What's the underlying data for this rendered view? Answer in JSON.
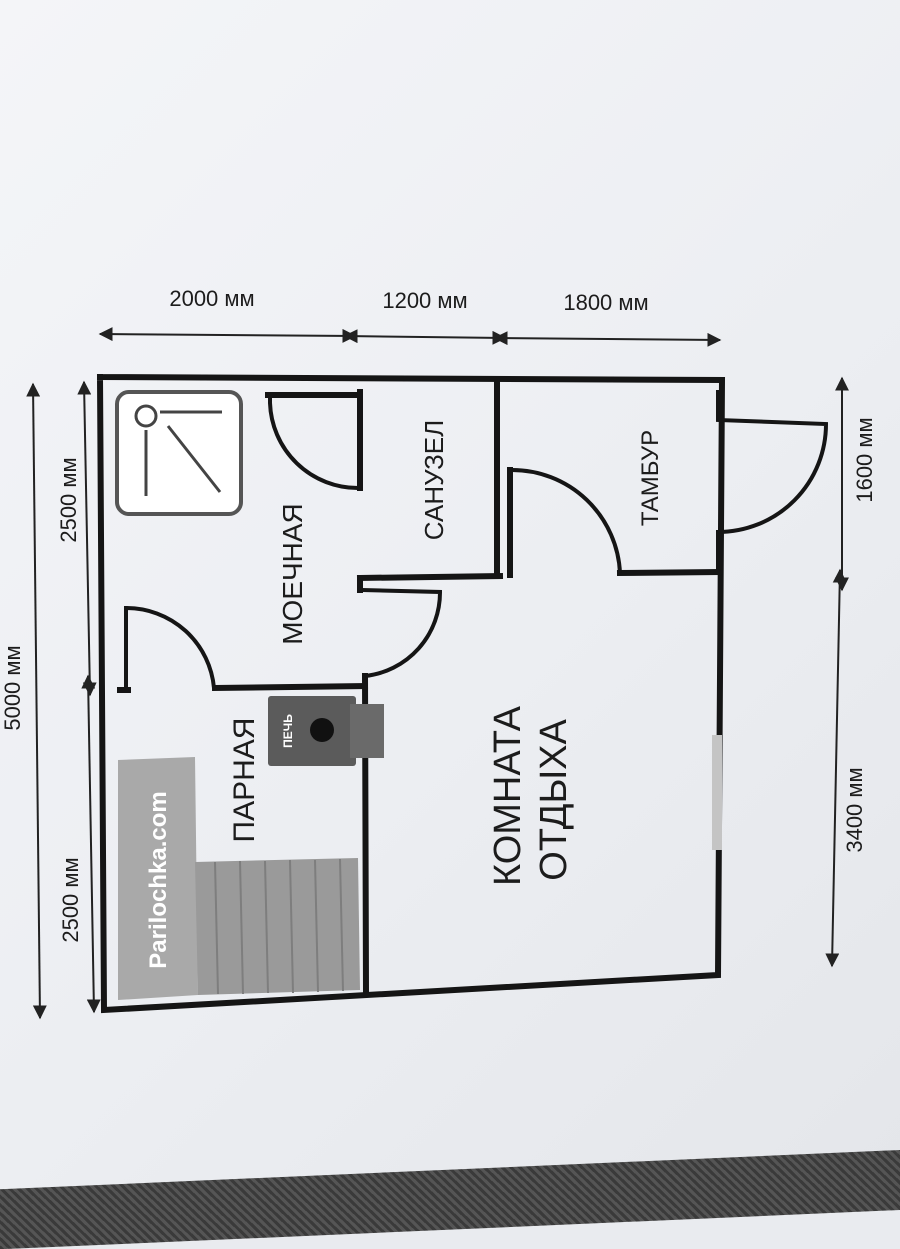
{
  "dimensions": {
    "top": [
      "2000 мм",
      "1200 мм",
      "1800 мм"
    ],
    "left_total": "5000 мм",
    "left_parts": [
      "2500 мм",
      "2500 мм"
    ],
    "right_parts": [
      "1600 мм",
      "3400 мм"
    ]
  },
  "rooms": {
    "washroom": "МОЕЧНАЯ",
    "bathroom": "САНУЗЕЛ",
    "vestibule": "ТАМБУР",
    "steam_room": "ПАРНАЯ",
    "lounge_line1": "КОМНАТА",
    "lounge_line2": "ОТДЫХА"
  },
  "stove_label": "ПЕЧЬ",
  "watermark": "Parilochka.com",
  "colors": {
    "wall": "#151515",
    "stove": "#5b5b5b",
    "bench": "#9a9a9a",
    "watermark_bg": "#a9a9a9",
    "window": "#c4c4c4"
  },
  "icons": [
    "shower-icon"
  ]
}
